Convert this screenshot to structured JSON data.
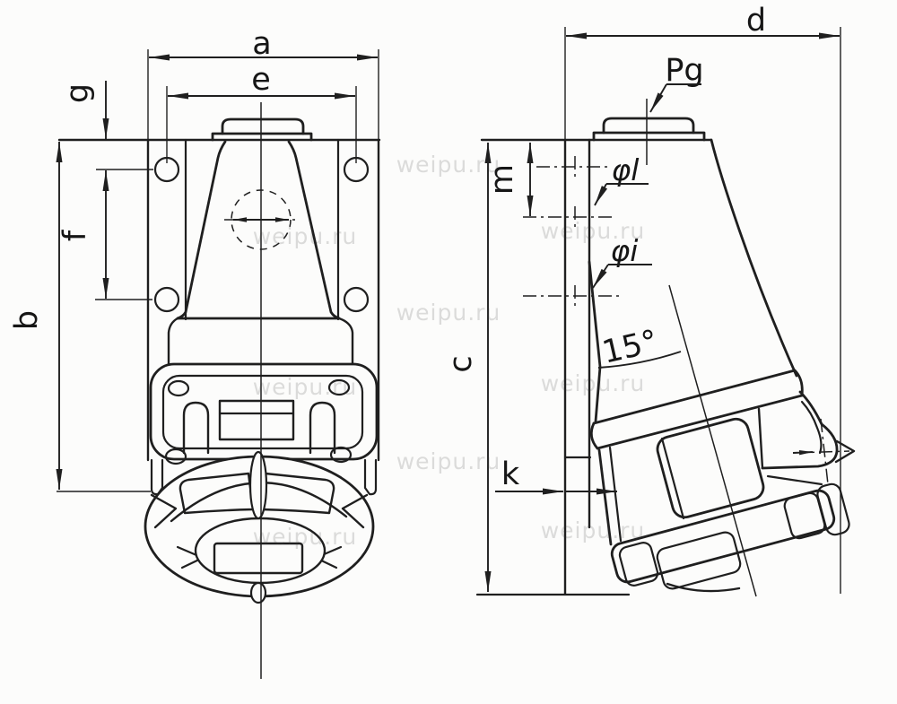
{
  "drawing_type": "dimensioned technical drawing, wall-mounted industrial socket, two views",
  "colors": {
    "ink": "#1f1f1f",
    "paper": "#fcfcfb"
  },
  "watermark": {
    "text": "weipu.ru"
  },
  "front_view": {
    "labels": {
      "a": "a",
      "e": "e",
      "g": "g",
      "f": "f",
      "b": "b"
    }
  },
  "side_view": {
    "labels": {
      "d": "d",
      "pg": "Pg",
      "m": "m",
      "phi_l": "φl",
      "phi_i": "φi",
      "angle": "15°",
      "c": "c",
      "k": "k"
    }
  }
}
